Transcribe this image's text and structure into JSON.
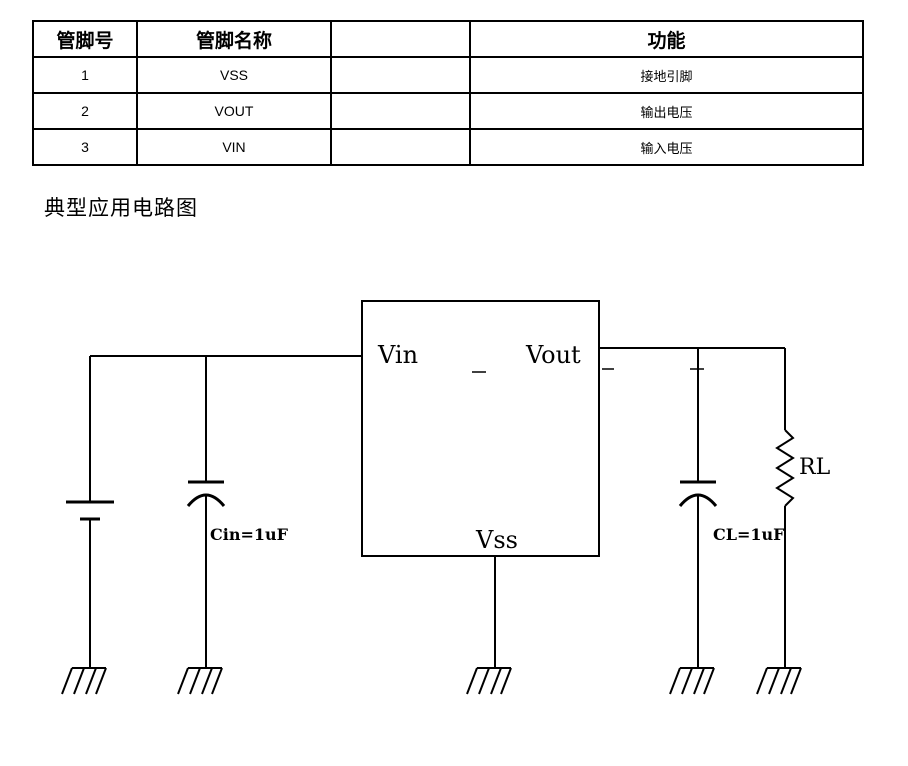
{
  "table": {
    "headers": [
      "管脚号",
      "管脚名称",
      "",
      "功能"
    ],
    "rows": [
      [
        "1",
        "VSS",
        "",
        "接地引脚"
      ],
      [
        "2",
        "VOUT",
        "",
        "输出电压"
      ],
      [
        "3",
        "VIN",
        "",
        "输入电压"
      ]
    ]
  },
  "section_title": "典型应用电路图",
  "circuit": {
    "pin_vin": "Vin",
    "pin_vout": "Vout",
    "pin_vss": "Vss",
    "cap_in": "Cin=1uF",
    "cap_out": "CL=1uF",
    "resistor": "RL"
  }
}
